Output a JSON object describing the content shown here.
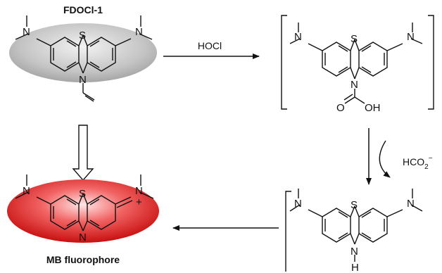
{
  "labels": {
    "fdocl": "FDOCl-1",
    "reagent": "HOCl",
    "byproduct": "HCO",
    "byproduct_sub": "2",
    "byproduct_sup": "−",
    "mb": "MB fluorophore"
  },
  "atoms": {
    "s": "S",
    "n": "N",
    "nh_h": "H",
    "o": "O",
    "oh": "OH",
    "plus": "+"
  },
  "colors": {
    "gray_ellipse": "#b9b9b9",
    "red_ellipse": "#e02020",
    "ink": "#111111"
  }
}
